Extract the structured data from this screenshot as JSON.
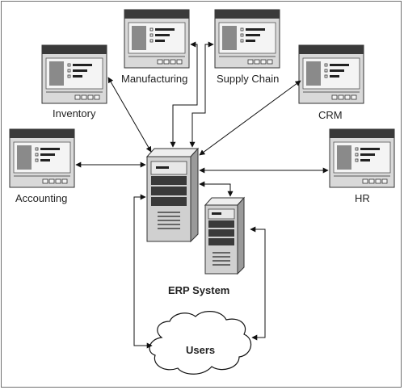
{
  "modules": {
    "manufacturing": "Manufacturing",
    "supply_chain": "Supply Chain",
    "inventory": "Inventory",
    "crm": "CRM",
    "accounting": "Accounting",
    "hr": "HR"
  },
  "erp_label": "ERP System",
  "users_label": "Users",
  "colors": {
    "window_title_bar": "#3a3a3a",
    "window_body": "#d9d9d9",
    "panel_dark": "#8a8a8a",
    "server_body": "#d0d0d0",
    "line": "#111111"
  },
  "icons": {
    "module": "application-window-icon",
    "erp": "server-tower-icon",
    "secondary": "server-tower-icon",
    "users": "cloud-icon"
  }
}
